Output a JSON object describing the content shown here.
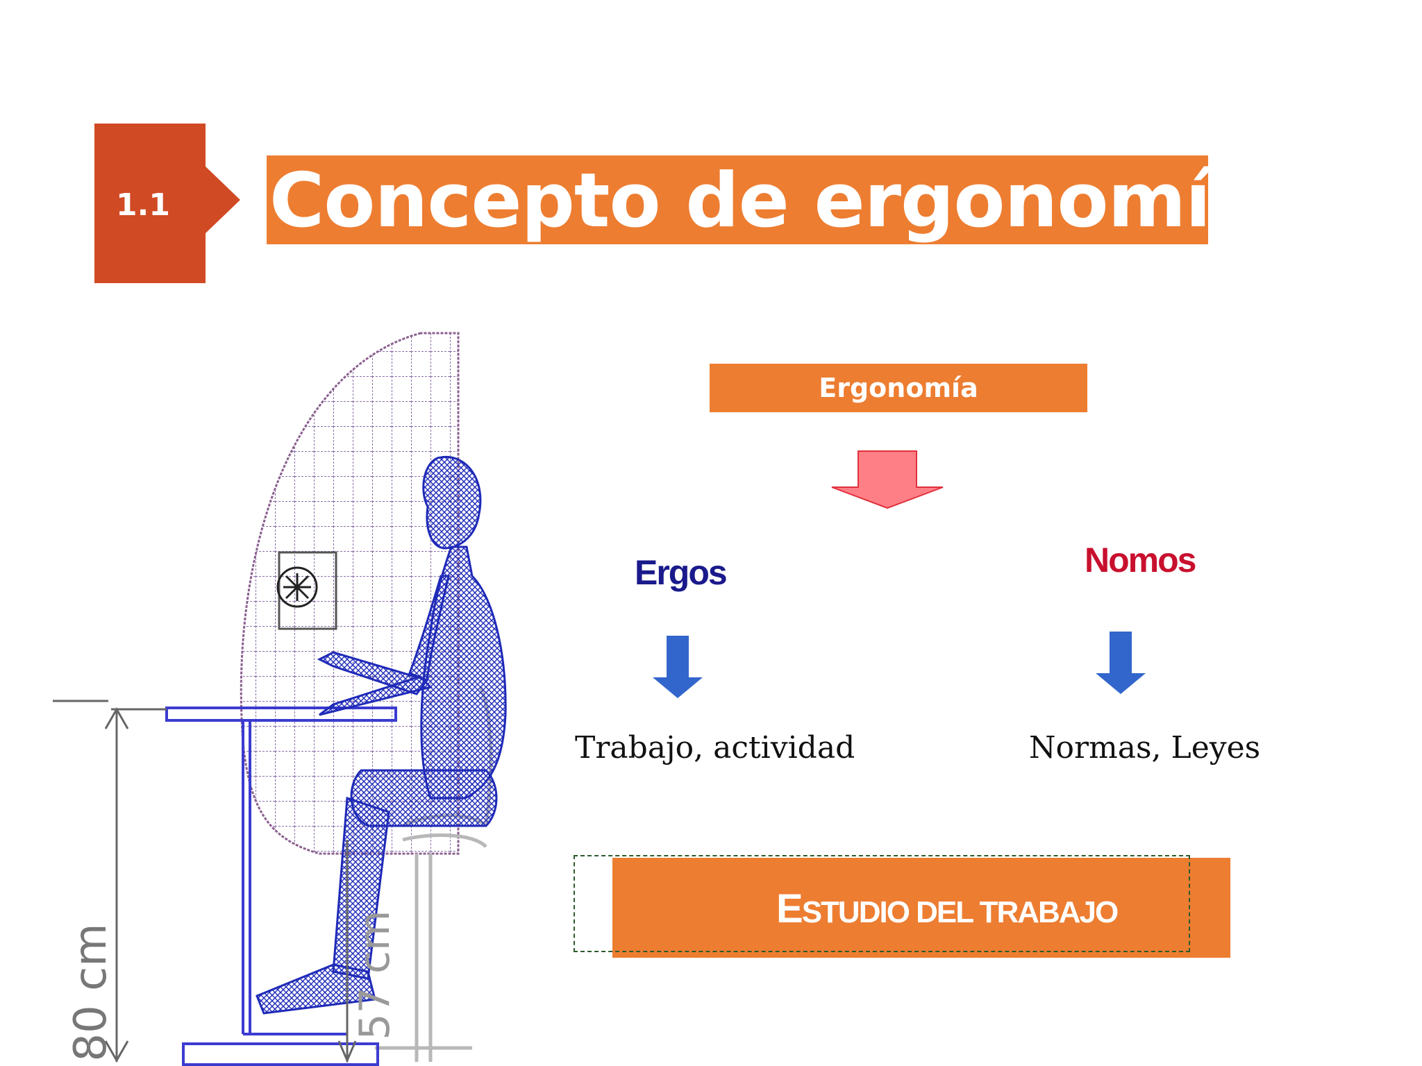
{
  "header": {
    "section_number": "1.1",
    "title": "Concepto de ergonomía"
  },
  "diagram": {
    "root_label": "Ergonomía",
    "left_branch": {
      "term": "Ergos",
      "meaning": "Trabajo, actividad"
    },
    "right_branch": {
      "term": "Nomos",
      "meaning": "Normas, Leyes"
    },
    "result": {
      "first_letter": "E",
      "rest_first_word": "STUDIO",
      "rest": " DEL TRABAJO"
    }
  },
  "figure": {
    "height_label_left": "80 cm",
    "height_label_right": "57 cm"
  },
  "colors": {
    "accent_orange": "#ed7d31",
    "badge_red": "#d04a24",
    "pink_arrow": "#ff7f86",
    "blue_arrow": "#3366cc",
    "ergos_blue": "#1a1a8c",
    "nomos_red": "#c8102e"
  }
}
